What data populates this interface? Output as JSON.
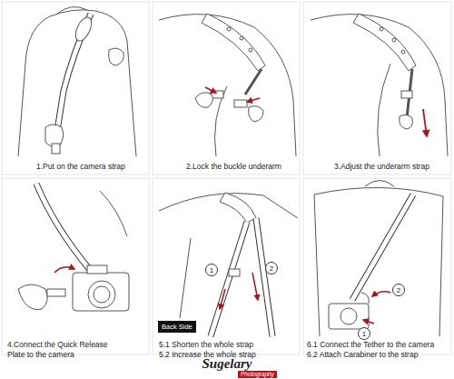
{
  "diagram": {
    "nodes": [
      {
        "text": [
          "Back Side"
        ]
      },
      {
        "text": [
          "1"
        ]
      },
      {
        "text": [
          "2"
        ]
      },
      {
        "text": [
          "1"
        ]
      },
      {
        "text": [
          "2"
        ]
      }
    ],
    "labels": [
      "1.Put on the camera strap",
      "2.Lock the buckle underarm",
      "3.Adjust the underarm strap",
      "4.Connect the Quick Release Plate to the camera",
      "5.1 Shorten the whole strap",
      "5.2 Increase the whole strap",
      "6.1 Connect the Tether to the camera",
      "6.2 Attach Carabiner to the strap",
      "Sugelary",
      "Photography"
    ]
  }
}
